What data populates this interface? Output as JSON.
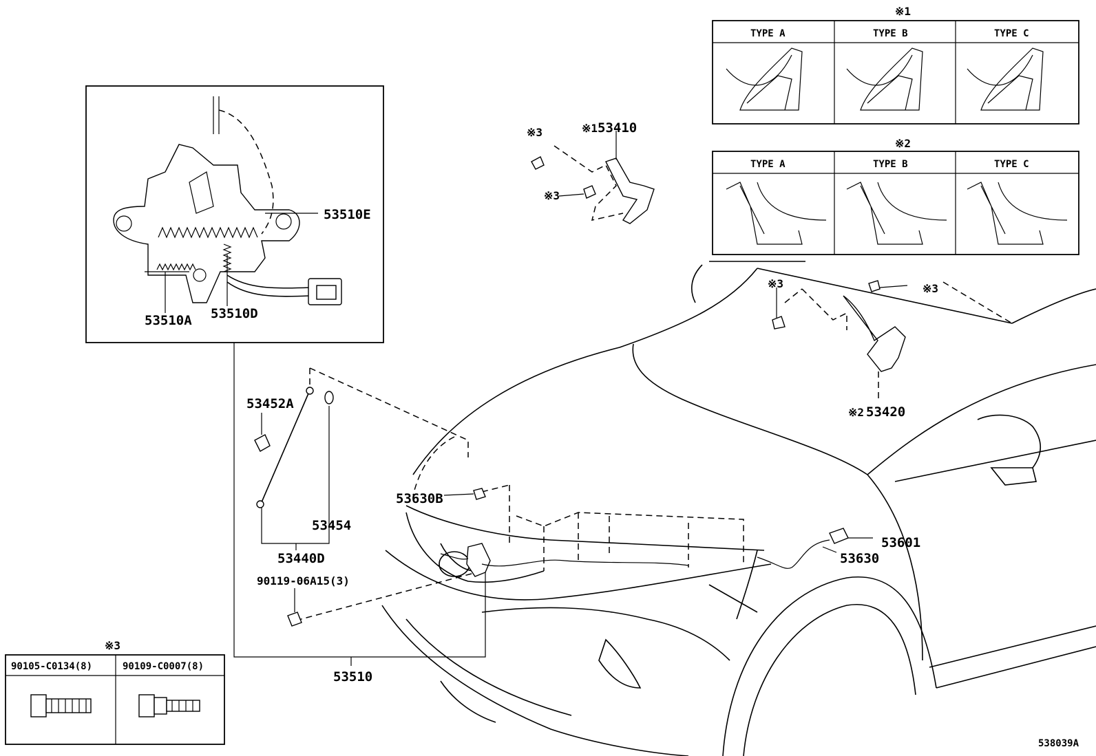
{
  "labels": {
    "p53510E": "53510E",
    "p53510A": "53510A",
    "p53510D": "53510D",
    "p53452A": "53452A",
    "p53454": "53454",
    "p53440D": "53440D",
    "p90119": "90119-06A15(3)",
    "p53510": "53510",
    "p53630B": "53630B",
    "p53410": "53410",
    "p53420": "53420",
    "p53601": "53601",
    "p53630": "53630",
    "note3": "※3",
    "note1": "※1",
    "note2": "※2",
    "figure_code": "538039A"
  },
  "table_note1": {
    "mark": "※1",
    "types": [
      "TYPE  A",
      "TYPE  B",
      "TYPE  C"
    ]
  },
  "table_note2": {
    "mark": "※2",
    "types": [
      "TYPE  A",
      "TYPE  B",
      "TYPE  C"
    ]
  },
  "bolt_table": {
    "mark": "※3",
    "cols": [
      "90105-C0134(8)",
      "90109-C0007(8)"
    ]
  }
}
